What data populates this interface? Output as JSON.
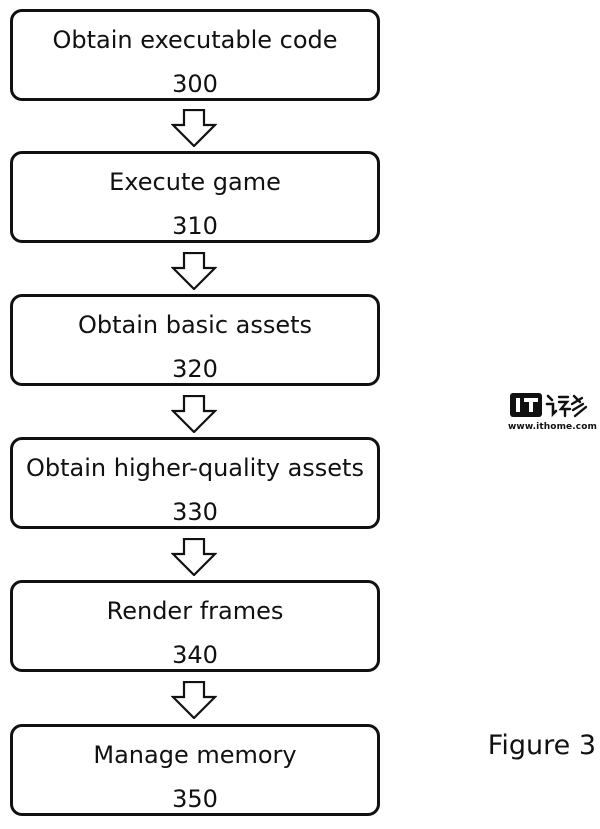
{
  "steps": [
    {
      "label": "Obtain executable code",
      "number": "300"
    },
    {
      "label": "Execute game",
      "number": "310"
    },
    {
      "label": "Obtain basic assets",
      "number": "320"
    },
    {
      "label": "Obtain higher-quality assets",
      "number": "330"
    },
    {
      "label": "Render frames",
      "number": "340"
    },
    {
      "label": "Manage memory",
      "number": "350"
    }
  ],
  "watermark": {
    "url": "www.ithome.com"
  },
  "figure_label": "Figure 3"
}
